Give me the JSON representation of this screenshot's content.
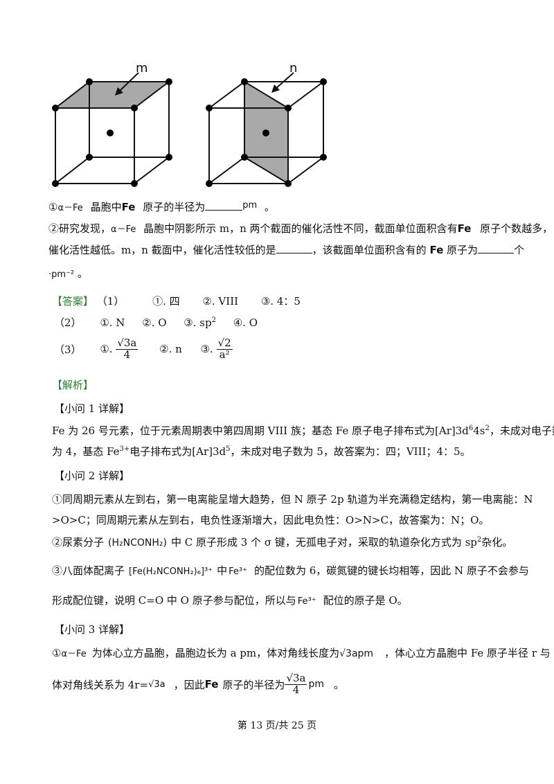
{
  "figure": {
    "left_label": "m",
    "right_label": "n"
  },
  "q_lines": {
    "l1_a": "①",
    "l1_b": "α－Fe",
    "l1_c": "晶胞中",
    "l1_d": "Fe",
    "l1_e": "原子的半径为",
    "l1_f": "pm",
    "l1_g": "。",
    "l2_a": "②研究发现，",
    "l2_b": "α－Fe",
    "l2_c": "晶胞中阴影所示 m，n 两个截面的催化活性不同，截面单位面积含有",
    "l2_d": "Fe",
    "l2_e": "原子个数越多，",
    "l3_a": "催化活性越低。m，n 截面中，催化活性较低的是",
    "l3_b": "，该截面单位面积含有的",
    "l3_c": "Fe",
    "l3_d": "原子为",
    "l3_e": "个",
    "l4": "·pm⁻²",
    "l4_end": "。"
  },
  "answer": {
    "tag": "【答案】",
    "row1": {
      "n": "（1）",
      "a": "①. 四",
      "b": "②. VIII",
      "c": "③. 4：5"
    },
    "row2": {
      "n": "（2）",
      "a": "①. N",
      "b": "②. O",
      "c": "③. sp",
      "c_sup": "2",
      "d": "④. O"
    },
    "row3": {
      "n": "（3）",
      "a": "①.",
      "a_num": "√3a",
      "a_den": "4",
      "b": "②. n",
      "c": "③.",
      "c_num": "√2",
      "c_den": "a²"
    }
  },
  "analysis": {
    "tag": "【解析】",
    "s1_title": "【小问 1 详解】",
    "s1_p1_a": "Fe 为 26 号元素，位于元素周期表中第四周期 VIII 族；基态 Fe 原子电子排布式为[Ar]3d",
    "s1_p1_sup1": "6",
    "s1_p1_b": "4s",
    "s1_p1_sup2": "2",
    "s1_p1_c": "，未成对电子数",
    "s1_p2_a": "为 4，基态 Fe",
    "s1_p2_sup1": "3+",
    "s1_p2_b": "电子排布式为[Ar]3d",
    "s1_p2_sup2": "5",
    "s1_p2_c": "，未成对电子数为 5，故答案为：四；VIII；4：5。",
    "s2_title": "【小问 2 详解】",
    "s2_p1": "①同周期元素从左到右，第一电离能呈增大趋势，但  N 原子  2p 轨道为半充满稳定结构，第一电离能：N",
    "s2_p2": ">O>C；同周期元素从左到右，电负性逐渐增大，因此电负性：O>N>C，故答案为：N；O。",
    "s2_p3_a": "②尿素分子",
    "s2_p3_formula": "(H₂NCONH₂)",
    "s2_p3_b": "中  C 原子形成  3 个 σ 键，无孤电子对，采取的轨道杂化方式为  sp",
    "s2_p3_sup": "2",
    "s2_p3_c": "杂化。",
    "s2_p4_a": "③八面体配离子",
    "s2_p4_formula": "[Fe(H₂NCONH₂)₆]³⁺",
    "s2_p4_b": "中",
    "s2_p4_ion": "Fe³⁺",
    "s2_p4_c": "的配位数为 6，碳氮键的键长均相等，因此  N 原子不会参与",
    "s2_p5_a": "形成配位键，说明  C=O 中  O 原子参与配位，所以与",
    "s2_p5_ion": "Fe³⁺",
    "s2_p5_b": "配位的原子是  O。",
    "s3_title": "【小问 3 详解】",
    "s3_p1_a": "①",
    "s3_p1_b": "α－Fe",
    "s3_p1_c": "为体心立方晶胞，晶胞边长为  a pm，体对角线长度为",
    "s3_p1_d": "√3apm",
    "s3_p1_e": "，体心立方晶胞中  Fe 原子半径  r 与",
    "s3_p2_a": "体对角线关系为  4r=",
    "s3_p2_b": "√3a",
    "s3_p2_c": "，因此",
    "s3_p2_d": "Fe",
    "s3_p2_e": "原子的半径为",
    "s3_p2_num": "√3a",
    "s3_p2_den": "4",
    "s3_p2_f": "pm",
    "s3_p2_g": "。"
  },
  "footer": "第 13 页/共 25 页"
}
